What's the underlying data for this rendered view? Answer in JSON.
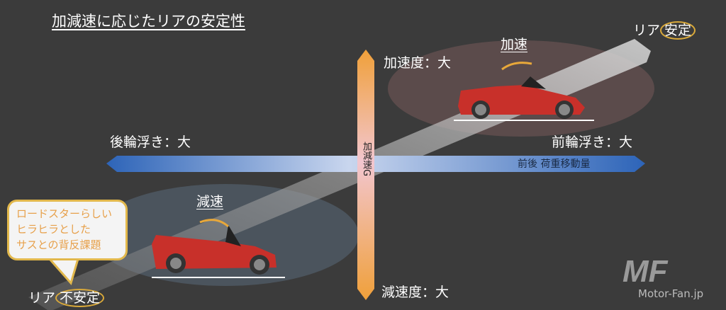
{
  "title": "加減速に応じたリアの安定性",
  "labels": {
    "rear_stable_prefix": "リア",
    "rear_stable_ring": "安定",
    "rear_unstable_prefix": "リア",
    "rear_unstable_ring": "不安定",
    "accel_large": "加速度：大",
    "decel_large": "減速度：大",
    "rear_lift_large": "後輪浮き：大",
    "front_lift_large": "前輪浮き：大",
    "accel": "加速",
    "decel": "減速",
    "vertical_axis": "加減速G",
    "horizontal_axis": "前後 荷重移動量"
  },
  "bubble": {
    "lines": [
      "ロードスターらしい",
      "ヒラヒラとした",
      "サスとの背反課題"
    ]
  },
  "logo": {
    "mark": "MF",
    "text": "Motor-Fan.jp"
  },
  "colors": {
    "accent": "#e2b84c",
    "bubble_text": "#e7a04a",
    "car": "#c8302a"
  }
}
